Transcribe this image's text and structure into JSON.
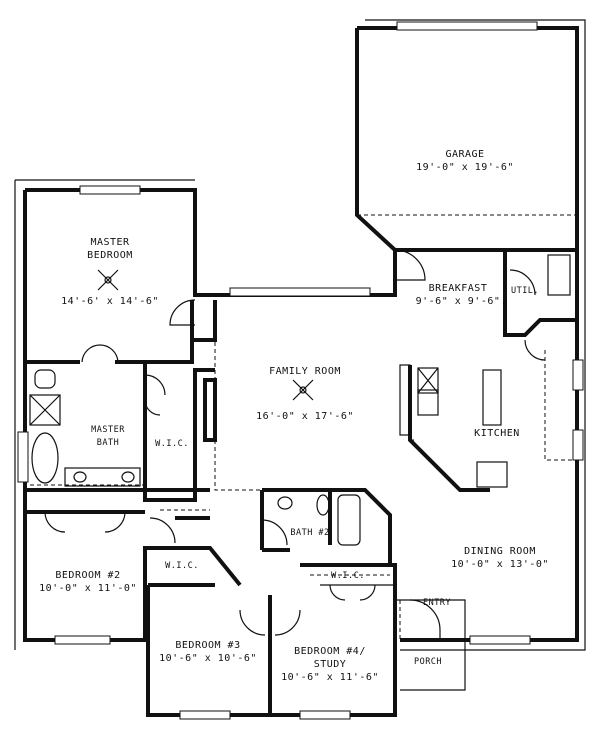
{
  "rooms": {
    "garage": {
      "name": "GARAGE",
      "size": "19'-0\" x 19'-6\""
    },
    "master_bedroom": {
      "name": "MASTER\nBEDROOM",
      "size": "14'-6' x 14'-6\""
    },
    "breakfast": {
      "name": "BREAKFAST",
      "size": "9'-6\" x 9'-6\""
    },
    "util": {
      "name": "UTIL."
    },
    "family_room": {
      "name": "FAMILY ROOM",
      "size": "16'-0\" x 17'-6\""
    },
    "master_bath": {
      "name": "MASTER\nBATH"
    },
    "wic_master": {
      "name": "W.I.C."
    },
    "kitchen": {
      "name": "KITCHEN"
    },
    "bath2": {
      "name": "BATH #2"
    },
    "dining_room": {
      "name": "DINING ROOM",
      "size": "10'-0\" x 13'-0\""
    },
    "bedroom2": {
      "name": "BEDROOM #2",
      "size": "10'-0\" x 11'-0\""
    },
    "wic_bed3": {
      "name": "W.I.C."
    },
    "wic_bed4": {
      "name": "W.I.C."
    },
    "entry": {
      "name": "ENTRY"
    },
    "bedroom3": {
      "name": "BEDROOM #3",
      "size": "10'-6\" x 10'-6\""
    },
    "bedroom4": {
      "name": "BEDROOM #4/\nSTUDY",
      "size": "10'-6\" x 11'-6\""
    },
    "porch": {
      "name": "PORCH"
    }
  }
}
